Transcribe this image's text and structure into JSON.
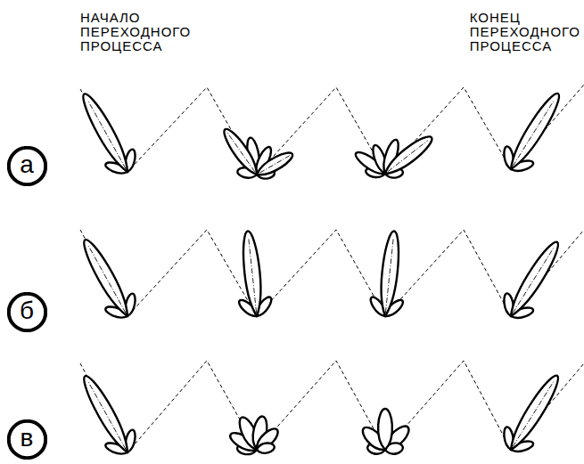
{
  "diagram": {
    "nodes": [
      {
        "text": [
          "а"
        ]
      },
      {
        "text": [
          "б"
        ]
      },
      {
        "text": [
          "в"
        ]
      }
    ],
    "labels": [
      "НАЧАЛО ПЕРЕХОДНОГО ПРОЦЕССА",
      "КОНЕЦ ПЕРЕХОДНОГО ПРОЦЕССА"
    ]
  }
}
